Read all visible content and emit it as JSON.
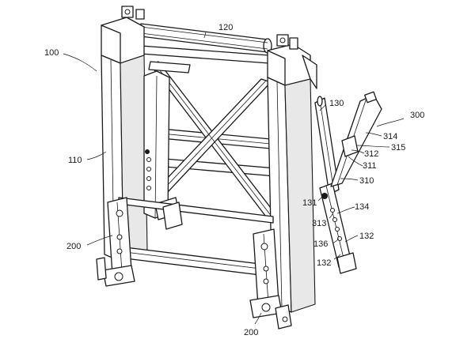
{
  "labels": {
    "l100": "100",
    "l110": "110",
    "l120": "120",
    "l130": "130",
    "l131": "131",
    "l132a": "132",
    "l132b": "132",
    "l134": "134",
    "l136": "136",
    "l200a": "200",
    "l200b": "200",
    "l300": "300",
    "l310": "310",
    "l311": "311",
    "l312": "312",
    "l313": "313",
    "l314": "314",
    "l315": "315"
  }
}
